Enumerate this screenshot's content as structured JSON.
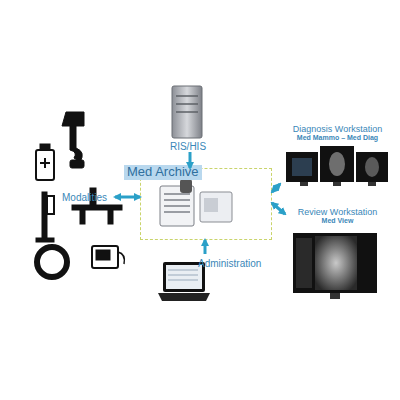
{
  "diagram": {
    "nodes": [
      {
        "text": [
          "Med Archive"
        ]
      },
      {
        "text": [
          "RIS/HIS"
        ]
      },
      {
        "text": [
          "Modalities"
        ]
      },
      {
        "text": [
          "Diagnosis Workstation",
          "Med Mammo – Med Diag"
        ]
      },
      {
        "text": [
          "Review Workstation",
          "Med View"
        ]
      },
      {
        "text": [
          "Administration"
        ]
      }
    ],
    "edges": [
      {
        "from": 2,
        "to": 0,
        "arrow": "both"
      },
      {
        "from": 1,
        "to": 0,
        "arrow": "to"
      },
      {
        "from": 0,
        "to": 3,
        "arrow": "both"
      },
      {
        "from": 0,
        "to": 4,
        "arrow": "both"
      },
      {
        "from": 5,
        "to": 0,
        "arrow": "to"
      }
    ]
  }
}
